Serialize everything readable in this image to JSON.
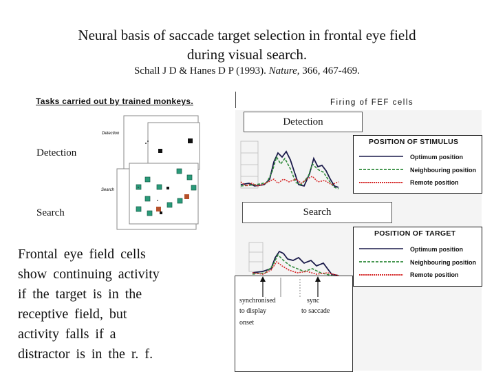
{
  "header": {
    "title_line1": "Neural basis of saccade target selection in frontal eye field",
    "title_line2": "during visual search.",
    "citation_authors": "Schall J D & Hanes D P (1993).",
    "citation_journal": "Nature",
    "citation_details": ", 366, 467-469."
  },
  "left": {
    "tasks_title": "Tasks carried out by trained monkeys.",
    "detection_label": "Detection",
    "search_label": "Search",
    "small_detection": "Detection",
    "small_search": "Search"
  },
  "summary_lines": [
    "Frontal eye field cells",
    "show continuing activity",
    "if the target is in the",
    "receptive field, but",
    "activity falls if a",
    "distractor is in the r. f."
  ],
  "right": {
    "firing_title": "Firing of FEF cells",
    "detection_box": "Detection",
    "search_box": "Search",
    "legend_top": {
      "title": "POSITION OF STIMULUS",
      "items": [
        "Optimum position",
        "Neighbouring position",
        "Remote position"
      ]
    },
    "legend_bottom": {
      "title": "POSITION OF TARGET",
      "items": [
        "Optimum position",
        "Neighbouring position",
        "Remote position"
      ]
    },
    "note_left": [
      "synchronised",
      "to display",
      "onset"
    ],
    "note_right": [
      "sync",
      "to saccade"
    ]
  },
  "colors": {
    "optimum": "#1a1a4a",
    "neighbouring": "#2f8a3a",
    "remote": "#d62a2a",
    "distractor": "#2a9a7a",
    "target": "#b5502a"
  }
}
